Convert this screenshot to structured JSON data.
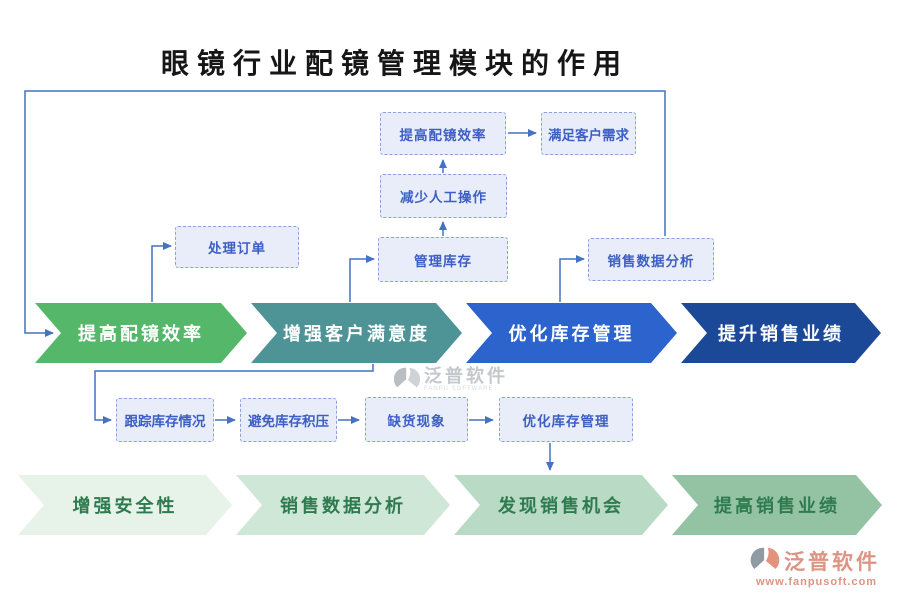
{
  "title": "眼镜行业配镜管理模块的作用",
  "colors": {
    "line": "#4472c4",
    "box-fill": "#e9edfa",
    "box-border": "#8da0de",
    "box-text": "#3d5ec5",
    "bottom-text": "#2e7b50",
    "wm-gray": "#c4c8cc",
    "wm-salmon": "#dd9484"
  },
  "nodes": {
    "improve_fitting_efficiency": "提高配镜效率",
    "meet_customer_needs": "满足客户需求",
    "reduce_manual_operation": "减少人工操作",
    "manage_inventory": "管理库存",
    "process_orders": "处理订单",
    "sales_data_analysis": "销售数据分析",
    "track_inventory_status": "跟踪库存情况",
    "avoid_overstock": "避免库存积压",
    "stockout_phenomenon": "缺货现象",
    "optimize_inventory_management": "优化库存管理"
  },
  "main_banner": [
    {
      "label": "提高配镜效率",
      "color": "#55b769"
    },
    {
      "label": "增强客户满意度",
      "color": "#4e9396"
    },
    {
      "label": "优化库存管理",
      "color": "#2d63cc"
    },
    {
      "label": "提升销售业绩",
      "color": "#1c4898"
    }
  ],
  "bottom_banner": [
    {
      "label": "增强安全性",
      "color": "#e7f2e9"
    },
    {
      "label": "销售数据分析",
      "color": "#cfe7d7"
    },
    {
      "label": "发现销售机会",
      "color": "#b9dac4"
    },
    {
      "label": "提高销售业绩",
      "color": "#94c3a4"
    }
  ],
  "watermark_center": {
    "name": "泛普软件",
    "subtitle": "FANPU SOFTWARE"
  },
  "watermark_corner": {
    "name": "泛普软件",
    "url": "www.fanpusoft.com"
  }
}
